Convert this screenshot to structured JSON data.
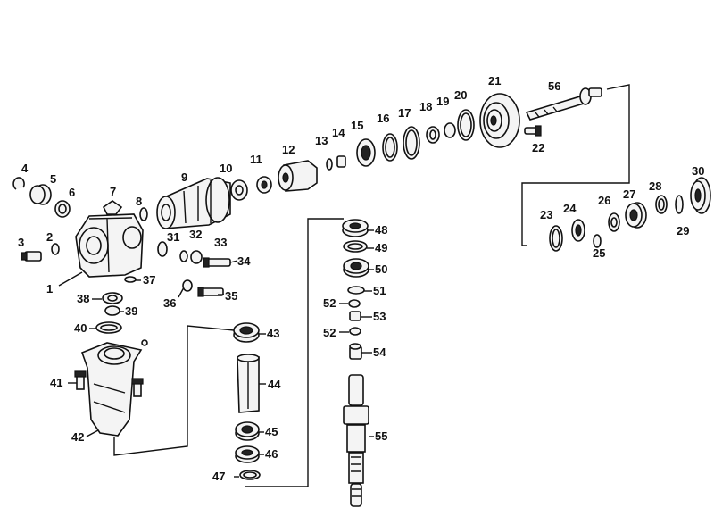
{
  "labels": {
    "p1": "1",
    "p2": "2",
    "p3": "3",
    "p4": "4",
    "p5": "5",
    "p6": "6",
    "p7": "7",
    "p8": "8",
    "p9": "9",
    "p10": "10",
    "p11": "11",
    "p12": "12",
    "p13": "13",
    "p14": "14",
    "p15": "15",
    "p16": "16",
    "p17": "17",
    "p18": "18",
    "p19": "19",
    "p20": "20",
    "p21": "21",
    "p22": "22",
    "p23": "23",
    "p24": "24",
    "p25": "25",
    "p26": "26",
    "p27": "27",
    "p28": "28",
    "p29": "29",
    "p30": "30",
    "p31": "31",
    "p32": "32",
    "p33": "33",
    "p34": "34",
    "p35": "35",
    "p36": "36",
    "p37": "37",
    "p38": "38",
    "p39": "39",
    "p40": "40",
    "p41": "41",
    "p42": "42",
    "p43": "43",
    "p44": "44",
    "p45": "45",
    "p46": "46",
    "p47": "47",
    "p48": "48",
    "p49": "49",
    "p50": "50",
    "p51": "51",
    "p52a": "52",
    "p52b": "52",
    "p53": "53",
    "p54": "54",
    "p55": "55",
    "p56": "56"
  }
}
